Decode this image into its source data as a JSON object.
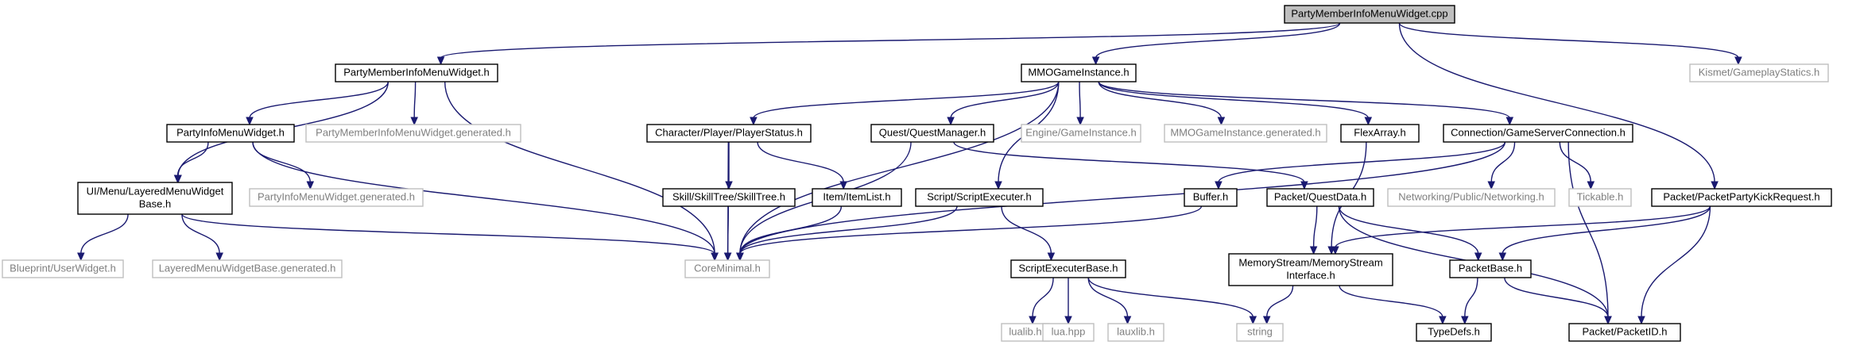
{
  "colors": {
    "edge": "#191970",
    "node_border": "#000000",
    "external_border": "#bfbfbf",
    "external_text": "#7f7f7f",
    "root_fill": "#bfbfbf",
    "background": "#ffffff"
  },
  "nodes": {
    "root": {
      "label": "PartyMemberInfoMenuWidget.cpp",
      "kind": "root"
    },
    "pmimw_h": {
      "label": "PartyMemberInfoMenuWidget.h",
      "kind": "normal"
    },
    "mmo_gi_h": {
      "label": "MMOGameInstance.h",
      "kind": "normal"
    },
    "kismet": {
      "label": "Kismet/GameplayStatics.h",
      "kind": "external"
    },
    "pimw_h": {
      "label": "PartyInfoMenuWidget.h",
      "kind": "normal"
    },
    "pmimw_gen": {
      "label": "PartyMemberInfoMenuWidget.generated.h",
      "kind": "external"
    },
    "char_status": {
      "label": "Character/Player/PlayerStatus.h",
      "kind": "normal"
    },
    "quest_mgr": {
      "label": "Quest/QuestManager.h",
      "kind": "normal"
    },
    "engine_gi": {
      "label": "Engine/GameInstance.h",
      "kind": "external"
    },
    "mmo_gi_gen": {
      "label": "MMOGameInstance.generated.h",
      "kind": "external"
    },
    "flexarray": {
      "label": "FlexArray.h",
      "kind": "normal"
    },
    "gsc": {
      "label": "Connection/GameServerConnection.h",
      "kind": "normal"
    },
    "lmwb": {
      "label_lines": [
        "UI/Menu/LayeredMenuWidget",
        "Base.h"
      ],
      "kind": "normal"
    },
    "pimw_gen": {
      "label": "PartyInfoMenuWidget.generated.h",
      "kind": "external"
    },
    "skilltree": {
      "label": "Skill/SkillTree/SkillTree.h",
      "kind": "normal"
    },
    "itemlist": {
      "label": "Item/ItemList.h",
      "kind": "normal"
    },
    "script_exec": {
      "label": "Script/ScriptExecuter.h",
      "kind": "normal"
    },
    "buffer": {
      "label": "Buffer.h",
      "kind": "normal"
    },
    "questdata": {
      "label": "Packet/QuestData.h",
      "kind": "normal"
    },
    "networking": {
      "label": "Networking/Public/Networking.h",
      "kind": "external"
    },
    "tickable": {
      "label": "Tickable.h",
      "kind": "external"
    },
    "kick_req": {
      "label": "Packet/PacketPartyKickRequest.h",
      "kind": "normal"
    },
    "blueprint": {
      "label": "Blueprint/UserWidget.h",
      "kind": "external"
    },
    "lmwb_gen": {
      "label": "LayeredMenuWidgetBase.generated.h",
      "kind": "external"
    },
    "coreminimal": {
      "label": "CoreMinimal.h",
      "kind": "external"
    },
    "script_exec_base": {
      "label": "ScriptExecuterBase.h",
      "kind": "normal"
    },
    "memstream": {
      "label_lines": [
        "MemoryStream/MemoryStream",
        "Interface.h"
      ],
      "kind": "normal"
    },
    "packetbase": {
      "label": "PacketBase.h",
      "kind": "normal"
    },
    "lualib": {
      "label": "lualib.h",
      "kind": "external"
    },
    "luahpp": {
      "label": "lua.hpp",
      "kind": "external"
    },
    "lauxlib": {
      "label": "lauxlib.h",
      "kind": "external"
    },
    "string": {
      "label": "string",
      "kind": "external"
    },
    "typedefs": {
      "label": "TypeDefs.h",
      "kind": "normal"
    },
    "packetid": {
      "label": "Packet/PacketID.h",
      "kind": "normal"
    }
  },
  "edges": [
    [
      "root",
      "pmimw_h"
    ],
    [
      "root",
      "mmo_gi_h"
    ],
    [
      "root",
      "kismet"
    ],
    [
      "root",
      "kick_req"
    ],
    [
      "pmimw_h",
      "pimw_h"
    ],
    [
      "pmimw_h",
      "pmimw_gen"
    ],
    [
      "pmimw_h",
      "lmwb"
    ],
    [
      "pmimw_h",
      "coreminimal"
    ],
    [
      "mmo_gi_h",
      "char_status"
    ],
    [
      "mmo_gi_h",
      "quest_mgr"
    ],
    [
      "mmo_gi_h",
      "engine_gi"
    ],
    [
      "mmo_gi_h",
      "mmo_gi_gen"
    ],
    [
      "mmo_gi_h",
      "flexarray"
    ],
    [
      "mmo_gi_h",
      "gsc"
    ],
    [
      "mmo_gi_h",
      "script_exec"
    ],
    [
      "mmo_gi_h",
      "coreminimal"
    ],
    [
      "pimw_h",
      "lmwb"
    ],
    [
      "pimw_h",
      "pimw_gen"
    ],
    [
      "pimw_h",
      "coreminimal"
    ],
    [
      "lmwb",
      "blueprint"
    ],
    [
      "lmwb",
      "lmwb_gen"
    ],
    [
      "lmwb",
      "coreminimal"
    ],
    [
      "char_status",
      "skilltree"
    ],
    [
      "char_status",
      "itemlist"
    ],
    [
      "char_status",
      "coreminimal"
    ],
    [
      "quest_mgr",
      "questdata"
    ],
    [
      "quest_mgr",
      "coreminimal"
    ],
    [
      "flexarray",
      "memstream"
    ],
    [
      "gsc",
      "buffer"
    ],
    [
      "gsc",
      "networking"
    ],
    [
      "gsc",
      "tickable"
    ],
    [
      "gsc",
      "packetid"
    ],
    [
      "gsc",
      "coreminimal"
    ],
    [
      "skilltree",
      "coreminimal"
    ],
    [
      "itemlist",
      "coreminimal"
    ],
    [
      "script_exec",
      "script_exec_base"
    ],
    [
      "script_exec",
      "coreminimal"
    ],
    [
      "buffer",
      "coreminimal"
    ],
    [
      "questdata",
      "memstream"
    ],
    [
      "questdata",
      "packetbase"
    ],
    [
      "questdata",
      "packetid"
    ],
    [
      "kick_req",
      "packetbase"
    ],
    [
      "kick_req",
      "packetid"
    ],
    [
      "kick_req",
      "memstream"
    ],
    [
      "script_exec_base",
      "lualib"
    ],
    [
      "script_exec_base",
      "luahpp"
    ],
    [
      "script_exec_base",
      "lauxlib"
    ],
    [
      "script_exec_base",
      "string"
    ],
    [
      "memstream",
      "string"
    ],
    [
      "memstream",
      "typedefs"
    ],
    [
      "packetbase",
      "typedefs"
    ],
    [
      "packetbase",
      "packetid"
    ]
  ]
}
